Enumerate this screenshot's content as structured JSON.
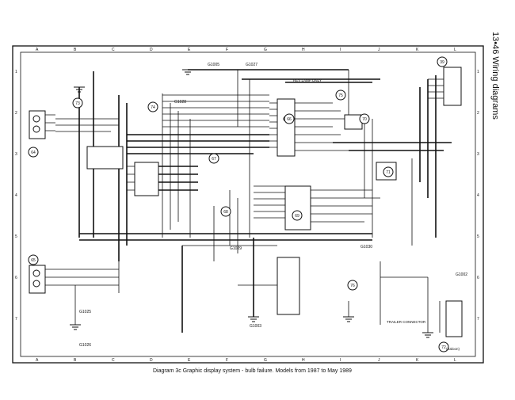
{
  "page_header": "13•46  Wiring diagrams",
  "caption": "Diagram 3c  Graphic display system - bulb failure. Models from 1987 to May 1989",
  "grid": {
    "columns": [
      "A",
      "B",
      "C",
      "D",
      "E",
      "F",
      "G",
      "H",
      "I",
      "J",
      "K",
      "L"
    ],
    "rows": [
      "1",
      "2",
      "3",
      "4",
      "5",
      "6",
      "7"
    ]
  },
  "ground_points": [
    "G1005",
    "G1025",
    "G1026",
    "G1027",
    "G1028",
    "G1029",
    "G1030",
    "G1002",
    "G1003"
  ],
  "connector_notes": [
    "REV LAMP ONLY",
    "TRAILER CONNECTOR",
    "(Saloon)"
  ],
  "component_labels": [
    "39",
    "64",
    "65",
    "66",
    "67",
    "68",
    "69",
    "70",
    "71",
    "72",
    "73",
    "74",
    "75",
    "76"
  ]
}
